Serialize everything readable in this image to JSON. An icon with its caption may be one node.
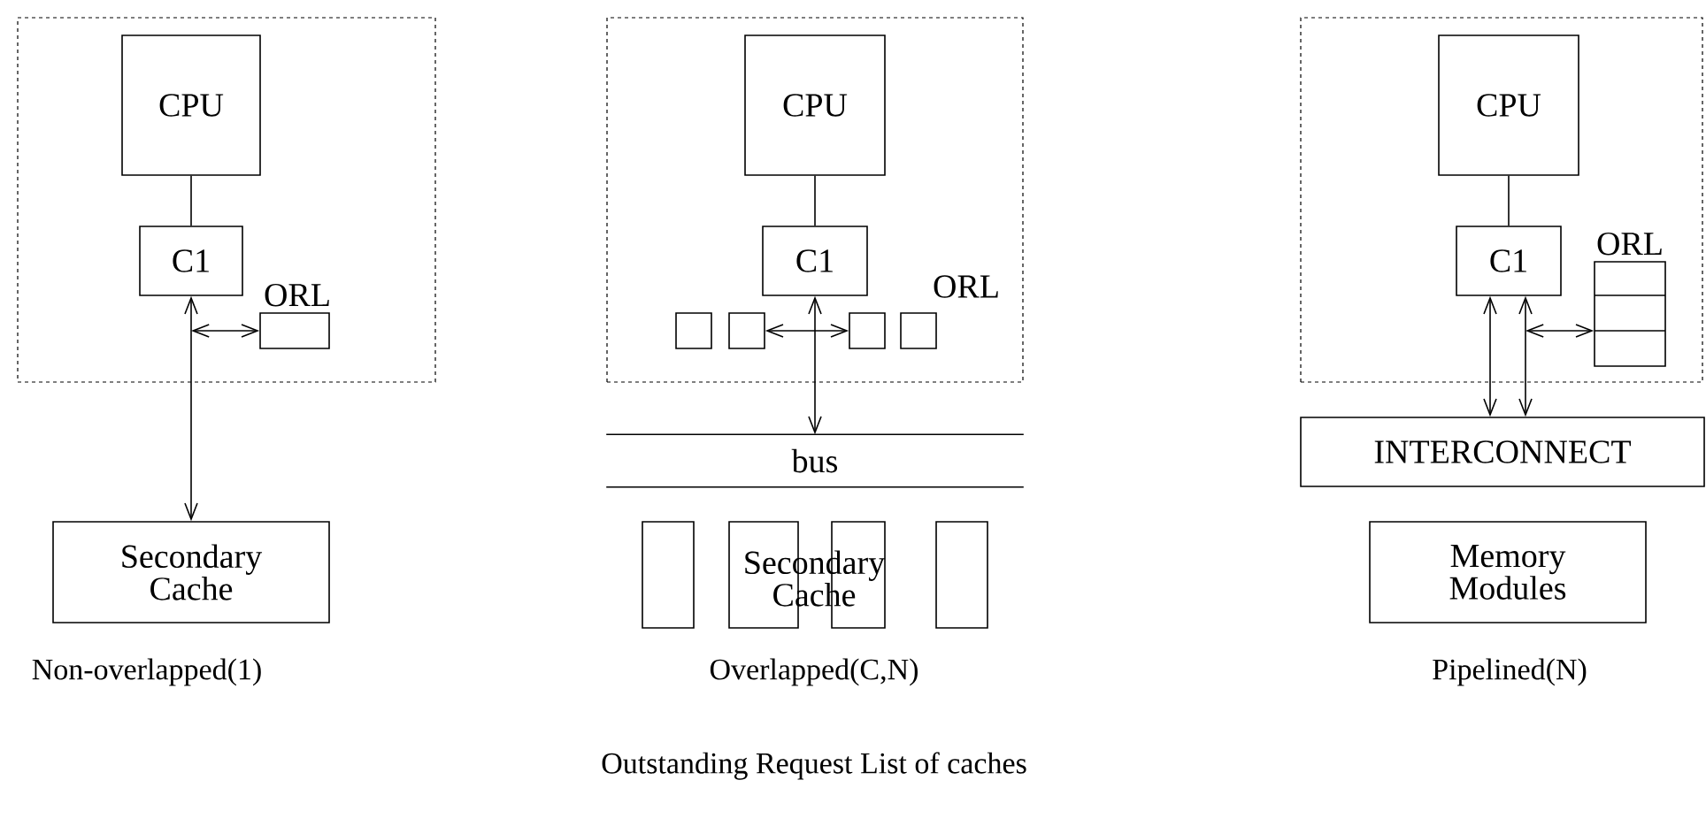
{
  "diagram": {
    "caption": "Outstanding Request List of caches",
    "nodes": [
      {
        "text": [],
        "shape": "box"
      },
      {
        "text": [
          "CPU"
        ],
        "in": 0
      },
      {
        "text": [
          "C1"
        ],
        "in": 0
      },
      {
        "text": [
          "ORL"
        ],
        "in": 0
      },
      {
        "text": [
          "Secondary Cache"
        ]
      },
      {
        "text": [],
        "shape": "box"
      },
      {
        "text": [
          "CPU"
        ],
        "in": 5
      },
      {
        "text": [
          "C1"
        ],
        "in": 5
      },
      {
        "text": [],
        "shape": "box",
        "in": 5
      },
      {
        "text": [],
        "shape": "box",
        "in": 5
      },
      {
        "text": [],
        "shape": "box",
        "in": 5
      },
      {
        "text": [],
        "shape": "box",
        "in": 5
      },
      {
        "text": [
          "bus"
        ]
      },
      {
        "text": [],
        "shape": "box"
      },
      {
        "text": [],
        "shape": "box"
      },
      {
        "text": [],
        "shape": "box"
      },
      {
        "text": [],
        "shape": "box"
      },
      {
        "text": [],
        "shape": "box"
      },
      {
        "text": [
          "CPU"
        ],
        "in": 17
      },
      {
        "text": [
          "C1"
        ],
        "in": 17
      },
      {
        "text": [
          "ORL"
        ],
        "in": 17
      },
      {
        "text": [
          "INTERCONNECT"
        ]
      },
      {
        "text": [
          "Memory Modules"
        ]
      }
    ],
    "edges": [
      {
        "from": 1,
        "to": 2,
        "arrow": "none"
      },
      {
        "from": 2,
        "to": 4,
        "arrow": "both"
      },
      {
        "from": null,
        "to": 3,
        "arrow": "both"
      },
      {
        "from": 6,
        "to": 7,
        "arrow": "none"
      },
      {
        "from": 7,
        "to": 12,
        "arrow": "both"
      },
      {
        "from": 9,
        "to": 10,
        "arrow": "both"
      },
      {
        "from": 18,
        "to": 19,
        "arrow": "none"
      },
      {
        "from": 19,
        "to": 21,
        "arrow": "both"
      },
      {
        "from": 19,
        "to": 21,
        "arrow": "both"
      },
      {
        "from": null,
        "to": 20,
        "arrow": "both"
      }
    ],
    "labels": [
      "ORL",
      "Secondary Cache",
      "Non-overlapped(1)",
      "Overlapped(C,N)",
      "Pipelined(N)"
    ]
  }
}
